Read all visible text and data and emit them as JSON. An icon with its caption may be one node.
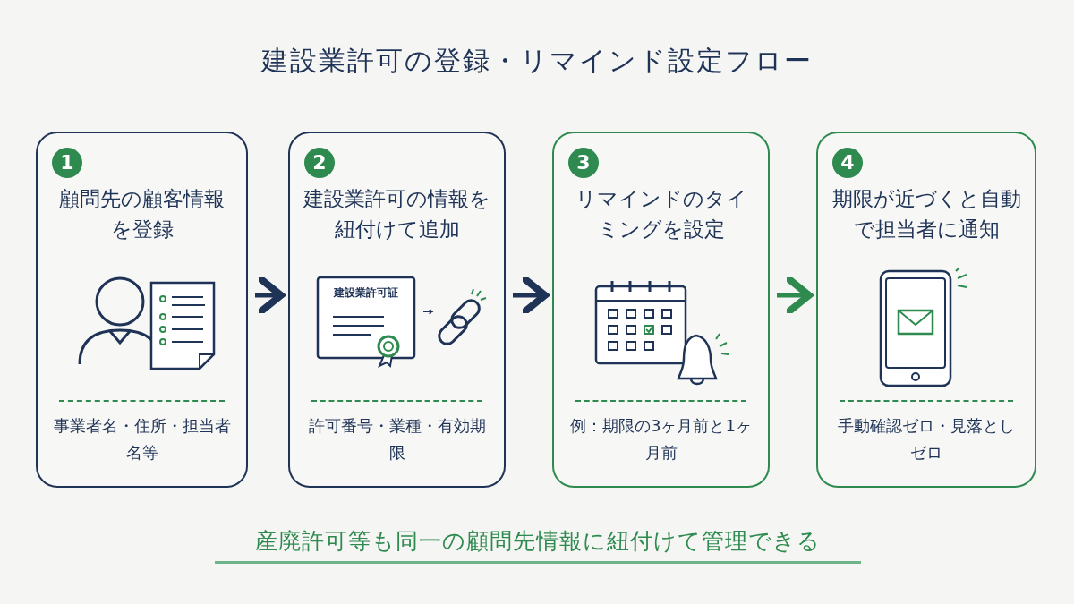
{
  "diagram": {
    "title": "建設業許可の登録・リマインド設定フロー",
    "nodes": [
      {
        "text": [
          "1",
          "顧問先の顧客情報を登録",
          "事業者名・住所・担当者名等"
        ]
      },
      {
        "text": [
          "2",
          "建設業許可の情報を紐付けて追加",
          "許可番号・業種・有効期限"
        ]
      },
      {
        "text": [
          "3",
          "リマインドのタイミングを設定",
          "例：期限の3ヶ月前と1ヶ月前"
        ]
      },
      {
        "text": [
          "4",
          "期限が近づくと自動で担当者に通知",
          "手動確認ゼロ・見落としゼロ"
        ]
      }
    ],
    "edges": [
      {
        "from": 0,
        "to": 1,
        "arrow": "to"
      },
      {
        "from": 1,
        "to": 2,
        "arrow": "to"
      },
      {
        "from": 2,
        "to": 3,
        "arrow": "to",
        "color": "#2e8a4f"
      }
    ],
    "labels": [
      "建設業許可証"
    ],
    "caption": "産廃許可等も同一の顧問先情報に紐付けて管理できる"
  }
}
